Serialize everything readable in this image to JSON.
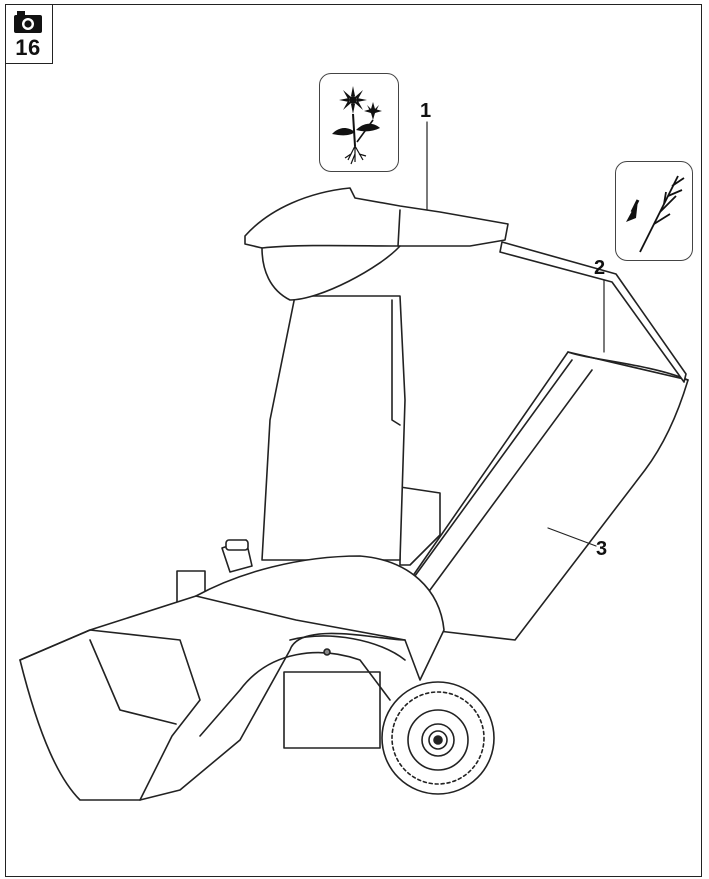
{
  "figure": {
    "number": "16",
    "badge_icon": "camera-icon"
  },
  "callouts": [
    {
      "id": "1",
      "label": "1"
    },
    {
      "id": "2",
      "label": "2"
    },
    {
      "id": "3",
      "label": "3"
    }
  ],
  "pictograms": [
    {
      "icon": "soft-garden-waste-flower-icon"
    },
    {
      "icon": "branch-feed-arrow-icon"
    }
  ],
  "colors": {
    "line": "#222222",
    "background": "#ffffff"
  }
}
